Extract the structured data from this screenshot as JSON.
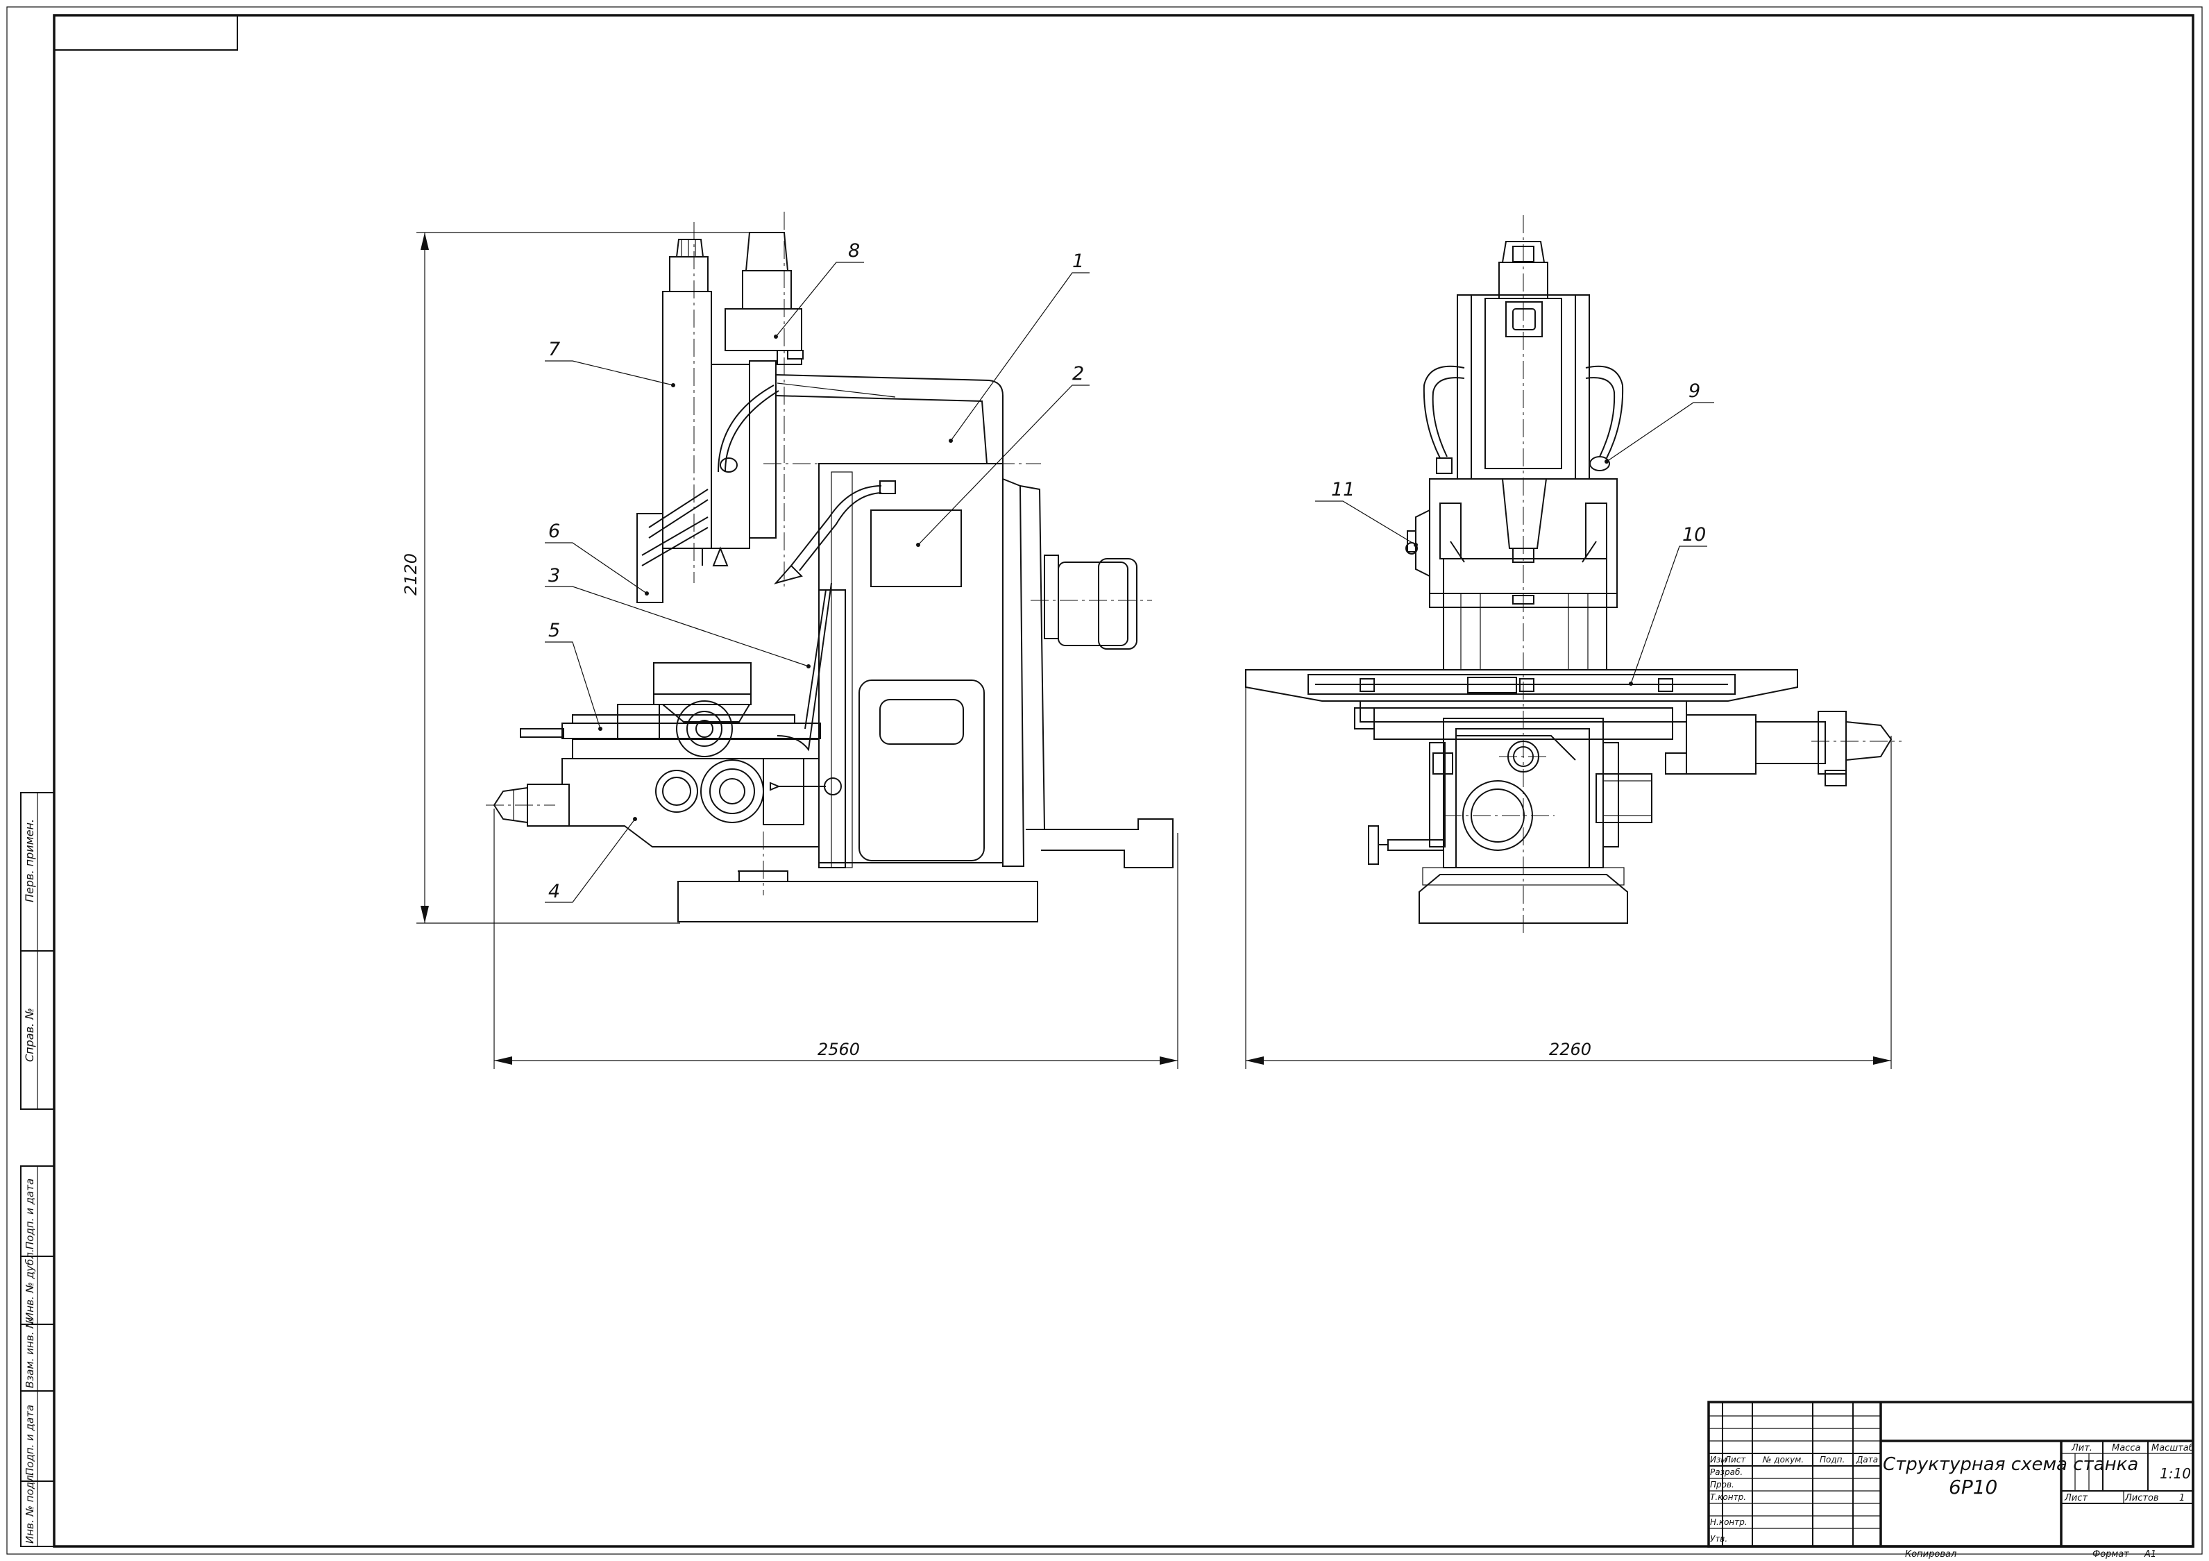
{
  "drawing": {
    "title_line1": "Структурная схема станка",
    "title_line2": "6Р10"
  },
  "callouts": [
    "1",
    "2",
    "3",
    "4",
    "5",
    "6",
    "7",
    "8",
    "9",
    "10",
    "11"
  ],
  "dimensions": {
    "height": "2120",
    "width_side": "2560",
    "width_front": "2260"
  },
  "title_block": {
    "col_izm": "Изм",
    "col_list": "Лист",
    "col_doc": "№ докум.",
    "col_sign": "Подп.",
    "col_date": "Дата",
    "row_razrab": "Разраб.",
    "row_prov": "Пров.",
    "row_tkontr": "Т.контр.",
    "row_nkontr": "Н.контр.",
    "row_utv": "Утв.",
    "lit": "Лит.",
    "massa": "Масса",
    "masshtab": "Масштаб",
    "scale_value": "1:10",
    "sheet_label": "Лист",
    "sheets_label": "Листов",
    "sheets_value": "1",
    "copied": "Копировал",
    "format_label": "Формат",
    "format_value": "А1"
  },
  "side_stamp": {
    "perv_primen": "Перв. примен.",
    "sprav": "Справ. №",
    "podp_data_1": "Подп. и дата",
    "inv_dubl": "Инв. № дубл.",
    "vzam_inv": "Взам. инв. №",
    "podp_data_2": "Подп. и дата",
    "inv_podl": "Инв. № подл."
  }
}
